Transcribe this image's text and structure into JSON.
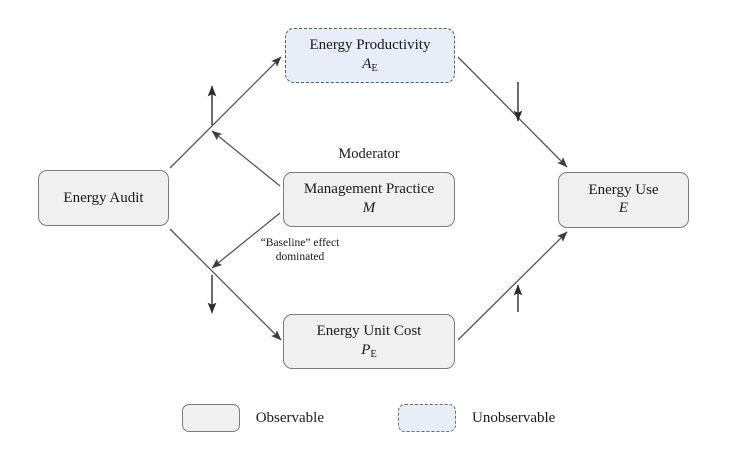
{
  "diagram": {
    "nodes": [
      {
        "id": "energy-audit",
        "title": "Energy Audit",
        "symbol": "",
        "symbol_sub": "",
        "kind": "observable"
      },
      {
        "id": "energy-productivity",
        "title": "Energy Productivity",
        "symbol": "A",
        "symbol_sub": "E",
        "kind": "unobservable"
      },
      {
        "id": "management-practice",
        "title": "Management Practice",
        "symbol": "M",
        "symbol_sub": "",
        "kind": "observable"
      },
      {
        "id": "energy-unit-cost",
        "title": "Energy Unit Cost",
        "symbol": "P",
        "symbol_sub": "E",
        "kind": "observable"
      },
      {
        "id": "energy-use",
        "title": "Energy Use",
        "symbol": "E",
        "symbol_sub": "",
        "kind": "observable"
      }
    ],
    "annotations": {
      "moderator": "Moderator",
      "baseline_line1": "“Baseline” effect",
      "baseline_line2": "dominated"
    },
    "sign_indicators": [
      {
        "id": "audit-to-productivity",
        "direction": "up"
      },
      {
        "id": "audit-to-unit-cost",
        "direction": "down"
      },
      {
        "id": "productivity-to-use",
        "direction": "down"
      },
      {
        "id": "unit-cost-to-use",
        "direction": "up"
      }
    ]
  },
  "legend": {
    "items": [
      {
        "label": "Observable",
        "kind": "observable"
      },
      {
        "label": "Unobservable",
        "kind": "unobservable"
      }
    ]
  },
  "colors": {
    "observable_fill": "#f0f0f0",
    "observable_stroke": "#7c7c7c",
    "unobservable_fill": "#e7eef8",
    "unobservable_stroke": "#5a5a5a",
    "edge_stroke": "#555555",
    "text": "#1a1a1a"
  }
}
